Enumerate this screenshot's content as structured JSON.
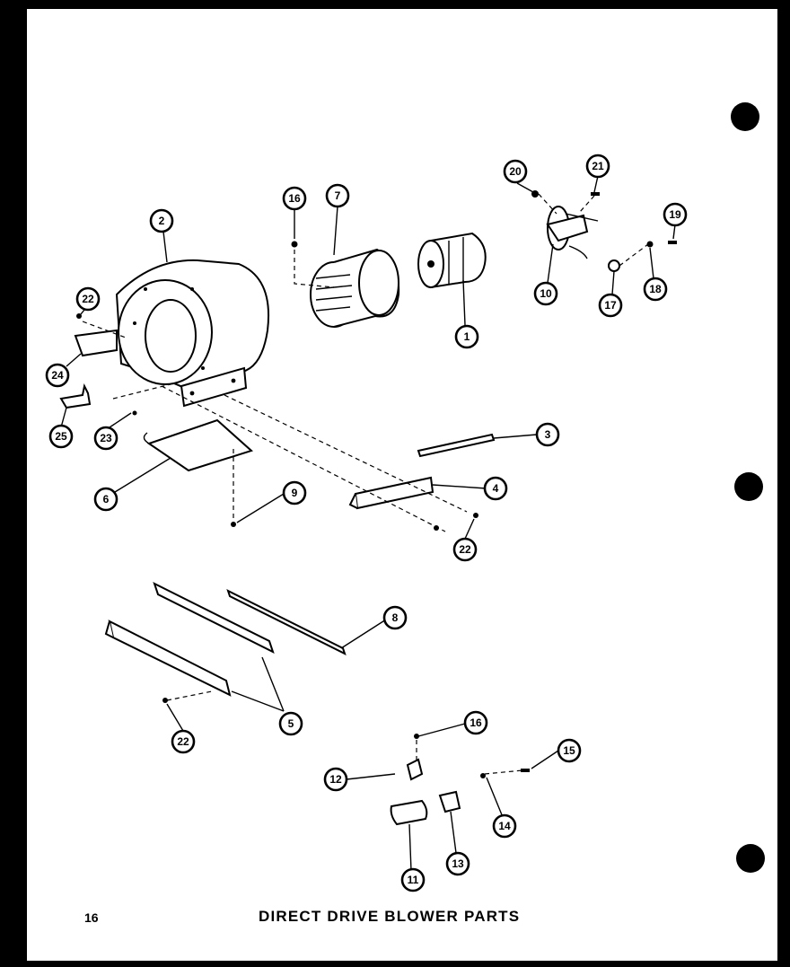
{
  "page": {
    "number": "16",
    "title": "DIRECT DRIVE BLOWER PARTS"
  },
  "callouts": [
    {
      "key": "blower-housing",
      "label": "2"
    },
    {
      "key": "screw-16a",
      "label": "16"
    },
    {
      "key": "blower-wheel",
      "label": "7"
    },
    {
      "key": "motor",
      "label": "1"
    },
    {
      "key": "nut-20",
      "label": "20"
    },
    {
      "key": "screw-21",
      "label": "21"
    },
    {
      "key": "mount-ring",
      "label": "10"
    },
    {
      "key": "screw-19",
      "label": "19"
    },
    {
      "key": "grommet",
      "label": "17"
    },
    {
      "key": "washer-18",
      "label": "18"
    },
    {
      "key": "screw-22a",
      "label": "22"
    },
    {
      "key": "bracket-24",
      "label": "24"
    },
    {
      "key": "clip-25",
      "label": "25"
    },
    {
      "key": "washer-23",
      "label": "23"
    },
    {
      "key": "strip-3",
      "label": "3"
    },
    {
      "key": "cover-plate",
      "label": "6"
    },
    {
      "key": "screw-9",
      "label": "9"
    },
    {
      "key": "angle-4",
      "label": "4"
    },
    {
      "key": "screw-22b",
      "label": "22"
    },
    {
      "key": "rail-8",
      "label": "8"
    },
    {
      "key": "rails-5",
      "label": "5"
    },
    {
      "key": "screw-22c",
      "label": "22"
    },
    {
      "key": "screw-16b",
      "label": "16"
    },
    {
      "key": "screw-15",
      "label": "15"
    },
    {
      "key": "clip-12",
      "label": "12"
    },
    {
      "key": "clip-14",
      "label": "14"
    },
    {
      "key": "bushing-11",
      "label": "11"
    },
    {
      "key": "bracket-13",
      "label": "13"
    }
  ]
}
